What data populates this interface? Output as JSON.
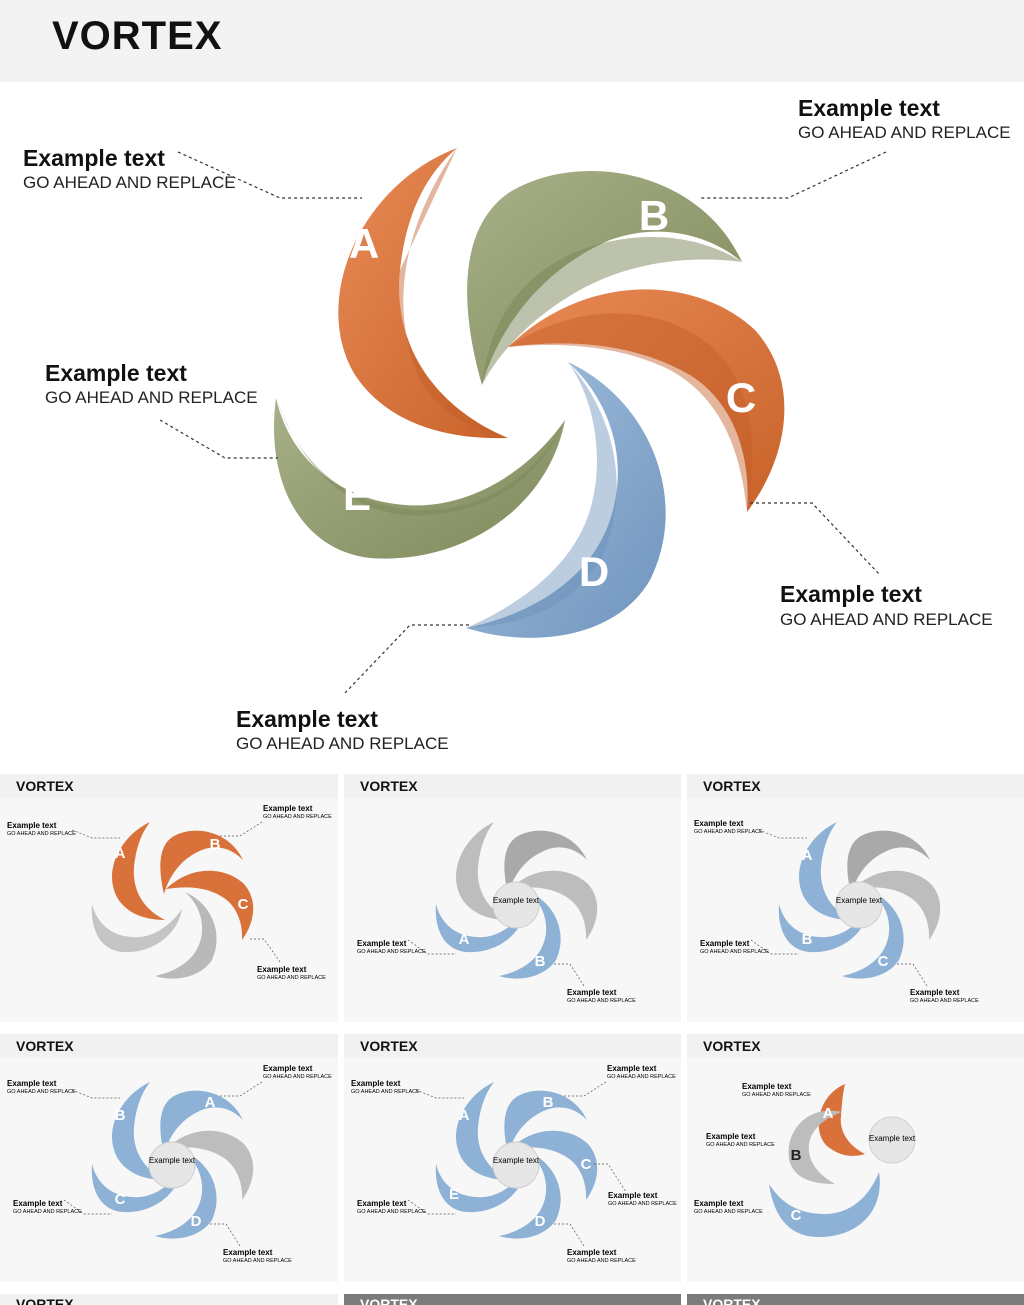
{
  "title": "VORTEX",
  "hero": {
    "segments": [
      {
        "letter": "A",
        "color": "#e07a3f"
      },
      {
        "letter": "B",
        "color": "#9aa57a"
      },
      {
        "letter": "C",
        "color": "#e07a3f"
      },
      {
        "letter": "D",
        "color": "#8fb1d6"
      },
      {
        "letter": "E",
        "color": "#9aa57a"
      }
    ],
    "callouts": [
      {
        "heading": "Example text",
        "sub": "GO AHEAD AND REPLACE"
      },
      {
        "heading": "Example text",
        "sub": "GO AHEAD AND REPLACE"
      },
      {
        "heading": "Example text",
        "sub": "GO AHEAD AND REPLACE"
      },
      {
        "heading": "Example text",
        "sub": "GO AHEAD AND REPLACE"
      },
      {
        "heading": "Example text",
        "sub": "GO AHEAD AND REPLACE"
      }
    ]
  },
  "thumbnails": [
    {
      "title": "VORTEX",
      "center": "",
      "letters": [
        "A",
        "B",
        "C"
      ],
      "callouts": [
        {
          "heading": "Example text",
          "sub": "GO AHEAD AND REPLACE"
        },
        {
          "heading": "Example text",
          "sub": "GO AHEAD AND REPLACE"
        },
        {
          "heading": "Example text",
          "sub": "GO AHEAD AND REPLACE"
        }
      ]
    },
    {
      "title": "VORTEX",
      "center": "Example text",
      "letters": [
        "A",
        "B"
      ],
      "callouts": [
        {
          "heading": "Example text",
          "sub": "GO AHEAD AND REPLACE"
        },
        {
          "heading": "Example text",
          "sub": "GO AHEAD AND REPLACE"
        }
      ]
    },
    {
      "title": "VORTEX",
      "center": "Example text",
      "letters": [
        "A",
        "B",
        "C"
      ],
      "callouts": [
        {
          "heading": "Example text",
          "sub": "GO AHEAD AND REPLACE"
        },
        {
          "heading": "Example text",
          "sub": "GO AHEAD AND REPLACE"
        },
        {
          "heading": "Example text",
          "sub": "GO AHEAD AND REPLACE"
        }
      ]
    },
    {
      "title": "VORTEX",
      "center": "Example text",
      "letters": [
        "A",
        "B",
        "C",
        "D"
      ],
      "callouts": [
        {
          "heading": "Example text",
          "sub": "GO AHEAD AND REPLACE"
        },
        {
          "heading": "Example text",
          "sub": "GO AHEAD AND REPLACE"
        },
        {
          "heading": "Example text",
          "sub": "GO AHEAD AND REPLACE"
        },
        {
          "heading": "Example text",
          "sub": "GO AHEAD AND REPLACE"
        }
      ]
    },
    {
      "title": "VORTEX",
      "center": "Example text",
      "letters": [
        "A",
        "B",
        "C",
        "D",
        "E"
      ],
      "callouts": [
        {
          "heading": "Example text",
          "sub": "GO AHEAD AND REPLACE"
        },
        {
          "heading": "Example text",
          "sub": "GO AHEAD AND REPLACE"
        },
        {
          "heading": "Example text",
          "sub": "GO AHEAD AND REPLACE"
        },
        {
          "heading": "Example text",
          "sub": "GO AHEAD AND REPLACE"
        },
        {
          "heading": "Example text",
          "sub": "GO AHEAD AND REPLACE"
        }
      ]
    },
    {
      "title": "VORTEX",
      "center": "Example text",
      "letters": [
        "A",
        "B",
        "C"
      ],
      "callouts": [
        {
          "heading": "Example text",
          "sub": "GO AHEAD AND REPLACE"
        },
        {
          "heading": "Example text",
          "sub": "GO AHEAD AND REPLACE"
        },
        {
          "heading": "Example text",
          "sub": "GO AHEAD AND REPLACE"
        }
      ]
    },
    {
      "title": "VORTEX"
    },
    {
      "title": "VORTEX"
    },
    {
      "title": "VORTEX"
    }
  ]
}
